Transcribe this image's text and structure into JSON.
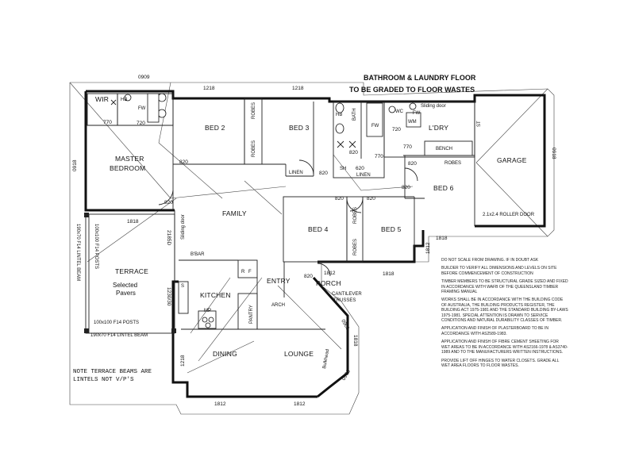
{
  "header": {
    "line1": "BATHROOM & LAUNDRY FLOOR",
    "line2": "TO BE GRADED TO FLOOR WASTES"
  },
  "rooms": {
    "wir": "WIR",
    "master": "MASTER",
    "bedroom": "BEDROOM",
    "bed2": "BED 2",
    "bed3": "BED 3",
    "bed4": "BED 4",
    "bed5": "BED 5",
    "bed6": "BED 6",
    "garage": "GARAGE",
    "family": "FAMILY",
    "terrace": "TERRACE",
    "kitchen": "KITCHEN",
    "entry": "ENTRY",
    "porch": "PORCH",
    "dining": "DINING",
    "lounge": "LOUNGE",
    "ldry": "L'DRY",
    "pantry": "PANTRY",
    "bath": "BATH",
    "sh": "SH"
  },
  "labels": {
    "robes": "ROBES",
    "linen": "LINEN",
    "bench": "BENCH",
    "st": "ST",
    "bbar": "B'BAR",
    "arch": "ARCH",
    "wm": "WM",
    "wc": "WC",
    "fw": "FW",
    "hb": "HB",
    "sliding_door": "Sliding door",
    "roller_door": "2.1x2.4 ROLLER DOOR",
    "cantilever": "CANTILEVER",
    "trusses": "TRUSSES",
    "selected": "Selected",
    "pavers": "Pavers",
    "bulkhead": "Bulkhead",
    "posts_100": "100x100 F14 POSTS",
    "beam_190_bottom": "190x70 F14 LINTEL BEAM",
    "posts_side": "100x100 F14 POSTS",
    "beam_side": "190x70 F14 LINTEL BEAM",
    "r": "R",
    "f": "F",
    "s": "S",
    "mp": "MP"
  },
  "dims": {
    "d0909": "0909",
    "d1218a": "1218",
    "d1218b": "1218",
    "d820a": "820",
    "d820b": "820",
    "d820c": "820",
    "d820d": "820",
    "d820e": "820",
    "d820f": "820",
    "d820g": "820",
    "d820h": "820",
    "d820i": "820",
    "d770a": "770",
    "d720a": "720",
    "d720b": "720",
    "d770b": "770",
    "d770c": "770",
    "d620": "620",
    "d1818a": "1818",
    "d1818b": "1818",
    "d1818c": "1818",
    "d1812a": "1812",
    "d1812b": "1812",
    "d1812c": "1812",
    "d1812d": "1812",
    "d1218c": "1218",
    "d0918a": "0918",
    "d0918b": "0918",
    "d2185d": "2185D",
    "d1230": "1230/30",
    "d1818v": "1818",
    "d0901": "0901",
    "d0906": "0906",
    "d0618": "0618"
  },
  "terrace_note": {
    "line1": "NOTE TERRACE BEAMS ARE",
    "line2": "LINTELS NOT V/P'S"
  },
  "notes": [
    "DO NOT SCALE FROM DRAWING. IF IN DOUBT ASK",
    "BUILDER TO VERIFY ALL DIMENSIONS AND LEVELS ON SITE BEFORE COMMENCEMENT OF CONSTRUCTION",
    "TIMBER MEMBERS TO BE STRUCTURAL GRADE SIZED AND FIXED IN ACCORDANCE WITH WAFB OF THE QUEENSLAND TIMBER FRAMING MANUAL",
    "WORKS SHALL BE IN ACCORDANCE WITH THE BUILDING CODE OF AUSTRALIA, THE BUILDING PRODUCTS REGISTER, THE BUILDING ACT 1975-1981 AND THE STANDARD BUILDING BY-LAWS 1975-1981. SPECIAL ATTENTION IS DRAWN TO SERVICE CONDITIONS AND NATURAL DURABILITY CLASSES OF TIMBER.",
    "APPLICATION AND FINISH OF PLASTERBOARD TO BE IN ACCORDANCE WITH AS2589-1983.",
    "APPLICATION AND FINISH OF FIBRE CEMENT SHEETING FOR WET AREAS TO BE IN ACCORDANCE WITH AS2166-1978 & AS3740-1989 AND TO THE MANUFACTURERS WRITTEN INSTRUCTIONS.",
    "PROVIDE LIFT OFF HINGES TO WATER CLOSETS. GRADE ALL WET AREA FLOORS TO FLOOR WASTES."
  ]
}
